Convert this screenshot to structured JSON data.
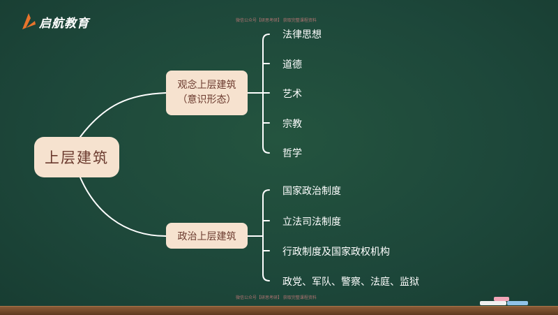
{
  "logo": {
    "text": "启航教育",
    "icon": "logo-arrow-icon"
  },
  "watermarks": {
    "top": "微信公众号【研思考研】 获取完整课程资料",
    "bottom": "微信公众号【研思考研】 获取完整课程资料"
  },
  "diagram": {
    "root": "上层建筑",
    "branches": [
      {
        "label_line1": "观念上层建筑",
        "label_line2": "（意识形态）",
        "leaves": [
          "法律思想",
          "道德",
          "艺术",
          "宗教",
          "哲学"
        ]
      },
      {
        "label": "政治上层建筑",
        "leaves": [
          "国家政治制度",
          "立法司法制度",
          "行政制度及国家政权机构",
          "政党、军队、警察、法庭、监狱"
        ]
      }
    ]
  },
  "colors": {
    "board": "#1f4a3c",
    "node_fill": "#f6e2cf",
    "node_text": "#6b3a2e",
    "line": "#ffffff",
    "logo_accent": "#e8742c"
  }
}
